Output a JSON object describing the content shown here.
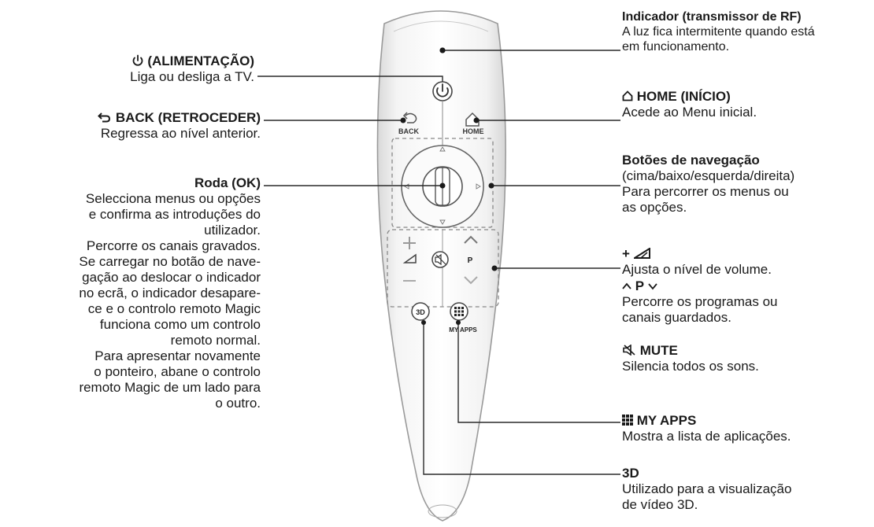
{
  "remote": {
    "back_label": "BACK",
    "home_label": "HOME",
    "p_label": "P",
    "myapps_label": "MY APPS",
    "threed_label": "3D"
  },
  "callouts": {
    "power": {
      "title": "(ALIMENTAÇÃO)",
      "desc": "Liga ou desliga a TV."
    },
    "back": {
      "title": "BACK (RETROCEDER)",
      "desc": "Regressa ao nível anterior."
    },
    "wheel": {
      "title": "Roda (OK)",
      "lines": [
        "Selecciona menus ou opções",
        "e confirma as introduções do",
        "utilizador.",
        "Percorre os canais gravados.",
        "Se carregar no botão de nave-",
        "gação ao deslocar o indicador",
        "no ecrã, o indicador desapare-",
        "ce e o controlo remoto Magic",
        "funciona como um controlo",
        "remoto normal.",
        "Para apresentar novamente",
        "o ponteiro, abane o controlo",
        "remoto Magic de um lado para",
        "o outro."
      ]
    },
    "indicator": {
      "title": "Indicador (transmissor de RF)",
      "lines": [
        "A luz fica intermitente quando está",
        "em funcionamento."
      ]
    },
    "home": {
      "title": "HOME (INÍCIO)",
      "desc": "Acede ao Menu inicial."
    },
    "nav": {
      "title": "Botões de navegação",
      "lines": [
        "(cima/baixo/esquerda/direita)",
        "Para percorrer os menus ou",
        "as opções."
      ]
    },
    "volume": {
      "title": "+",
      "desc": "Ajusta o nível de volume."
    },
    "program": {
      "title": "P",
      "lines": [
        "Percorre os programas ou",
        "canais guardados."
      ]
    },
    "mute": {
      "title": "MUTE",
      "desc": "Silencia todos os sons."
    },
    "myapps": {
      "title": "MY APPS",
      "desc": "Mostra a lista de aplicações."
    },
    "threed": {
      "title": "3D",
      "lines": [
        "Utilizado para a visualização",
        "de vídeo 3D."
      ]
    }
  }
}
